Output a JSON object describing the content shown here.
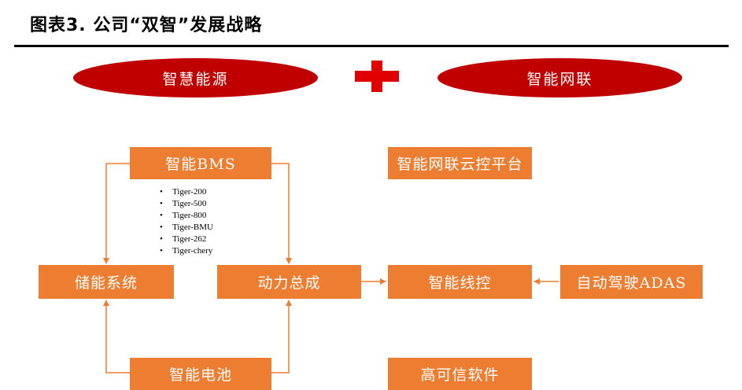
{
  "header": {
    "title": "图表3. 公司“双智”发展战略"
  },
  "strategies": {
    "left": "智慧能源",
    "right": "智能网联"
  },
  "boxes": {
    "bms": "智能BMS",
    "storage": "储能系统",
    "battery": "智能电池",
    "powertrain": "动力总成",
    "cloud": "智能网联云控平台",
    "drive_by_wire": "智能线控",
    "adas": "自动驾驶ADAS",
    "software": "高可信软件"
  },
  "bms_models": [
    "Tiger-200",
    "Tiger-500",
    "Tiger-800",
    "Tiger-BMU",
    "Tiger-262",
    "Tiger-chery"
  ],
  "colors": {
    "ellipse": "#c00000",
    "plus": "#e00000",
    "box": "#ed7d31",
    "line": "#ed7d31"
  }
}
